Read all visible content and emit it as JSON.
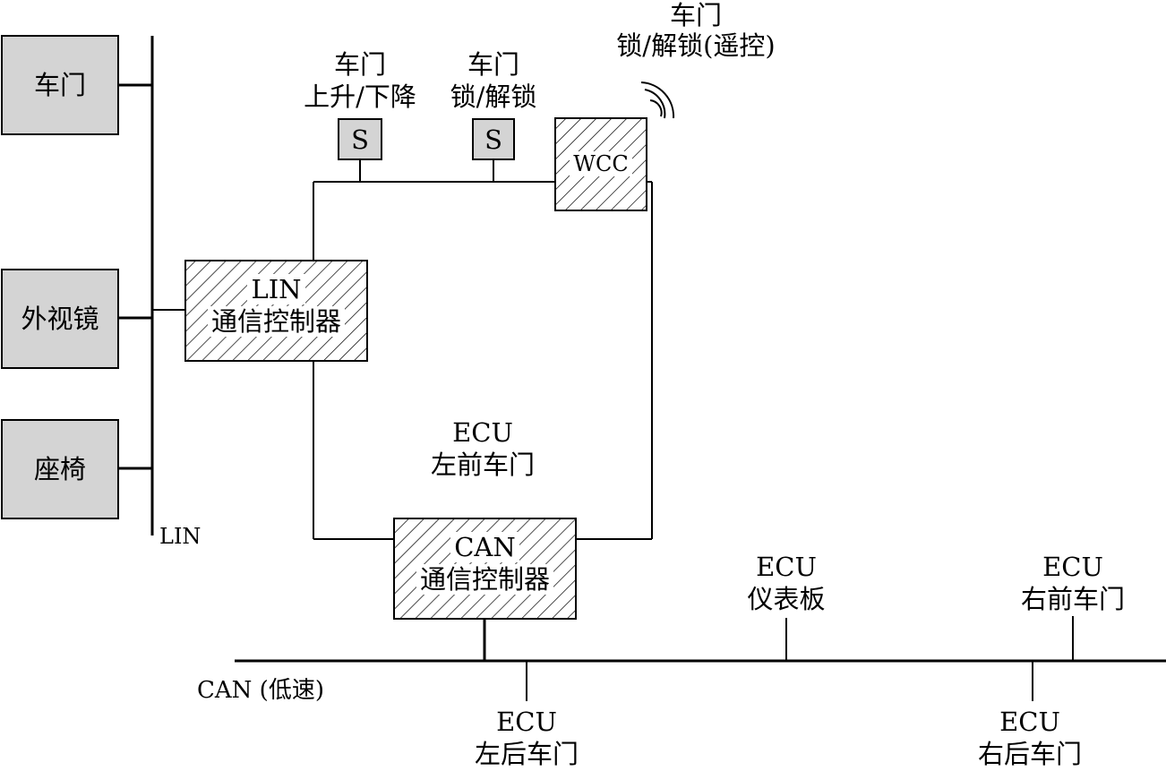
{
  "lin_devices": {
    "door": "车门",
    "mirror": "外视镜",
    "seat": "座椅"
  },
  "lin_bus_label": "LIN",
  "lin_controller": {
    "line1": "LIN",
    "line2": "通信控制器"
  },
  "can_controller": {
    "line1": "CAN",
    "line2": "通信控制器"
  },
  "ecu_left_front": {
    "line1": "ECU",
    "line2": "左前车门"
  },
  "switches": {
    "window": {
      "symbol": "S",
      "label_line1": "车门",
      "label_line2": "上升/下降"
    },
    "lock": {
      "symbol": "S",
      "label_line1": "车门",
      "label_line2": "锁/解锁"
    }
  },
  "wcc": {
    "label": "WCC",
    "caption_line1": "车门",
    "caption_line2": "锁/解锁(遥控)"
  },
  "can_bus_label": "CAN (低速)",
  "can_nodes": {
    "instrument_panel": {
      "line1": "ECU",
      "line2": "仪表板"
    },
    "right_front_door": {
      "line1": "ECU",
      "line2": "右前车门"
    },
    "left_rear_door": {
      "line1": "ECU",
      "line2": "左后车门"
    },
    "right_rear_door": {
      "line1": "ECU",
      "line2": "右后车门"
    }
  }
}
